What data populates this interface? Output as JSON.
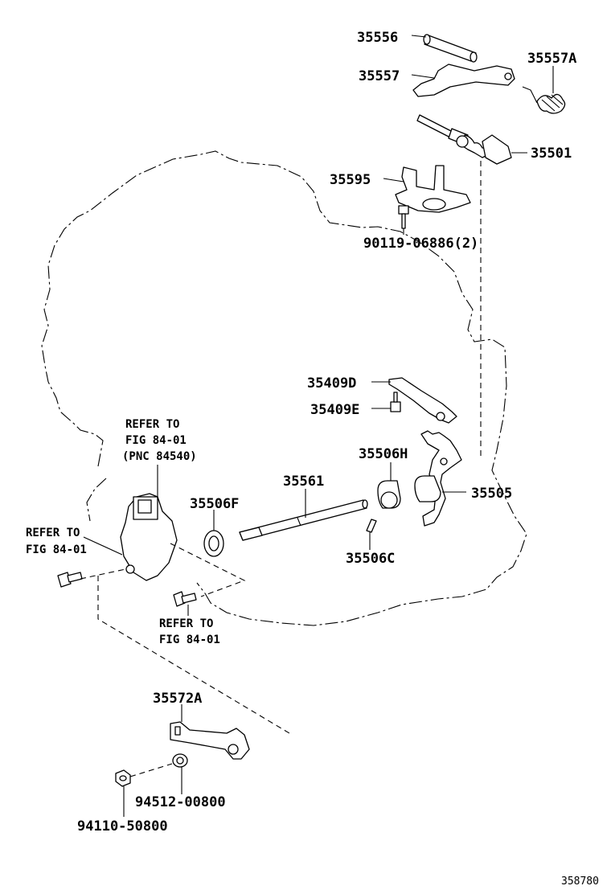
{
  "parts": {
    "p35556": "35556",
    "p35557": "35557",
    "p35557A": "35557A",
    "p35501": "35501",
    "p35595": "35595",
    "p90119": "90119-06886(2)",
    "p35409D": "35409D",
    "p35409E": "35409E",
    "p35506H": "35506H",
    "p35561": "35561",
    "p35506F": "35506F",
    "p35505": "35505",
    "p35506C": "35506C",
    "p35572A": "35572A",
    "p94512": "94512-00800",
    "p94110": "94110-50800"
  },
  "refs": {
    "top_line1": "REFER TO",
    "top_line2": "FIG 84-01",
    "top_line3": "(PNC 84540)",
    "left_line1": "REFER TO",
    "left_line2": "FIG 84-01",
    "bottom_line1": "REFER TO",
    "bottom_line2": "FIG 84-01"
  },
  "figure_id": "358780"
}
